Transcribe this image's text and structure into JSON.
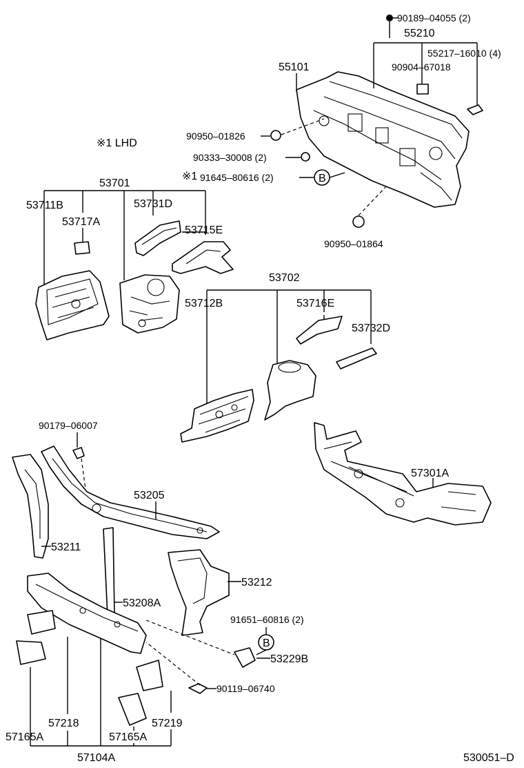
{
  "note_lhd": "※1 LHD",
  "ref_mark": "※1",
  "circle_b": "B",
  "diagram_code": "530051–D",
  "parts": {
    "p90189": "90189–04055 (2)",
    "p55210": "55210",
    "p55217": "55217–16010 (4)",
    "p90904": "90904–67018",
    "p55101": "55101",
    "p90950a": "90950–01826",
    "p90333": "90333–30008 (2)",
    "p91645": "91645–80616 (2)",
    "p90950b": "90950–01864",
    "p53701": "53701",
    "p53711B": "53711B",
    "p53731D": "53731D",
    "p53717A": "53717A",
    "p53715E": "53715E",
    "p53702": "53702",
    "p53712B": "53712B",
    "p53716E": "53716E",
    "p53732D": "53732D",
    "p90179": "90179–06007",
    "p57301A": "57301A",
    "p53205": "53205",
    "p53211": "53211",
    "p53212": "53212",
    "p53208A": "53208A",
    "p91651": "91651–60816 (2)",
    "p53229B": "53229B",
    "p90119": "90119–06740",
    "p57218": "57218",
    "p57219": "57219",
    "p57165A_l": "57165A",
    "p57165A_r": "57165A",
    "p57104A": "57104A"
  }
}
